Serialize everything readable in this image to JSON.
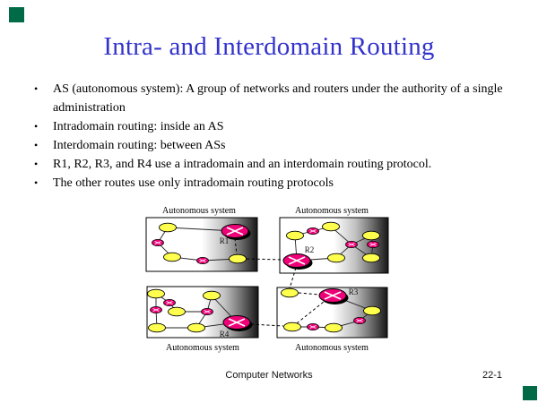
{
  "slide": {
    "title": "Intra- and Interdomain Routing",
    "bullet_glyph": "•",
    "bullets": [
      "AS (autonomous system): A group of networks and routers under the authority of a single administration",
      "Intradomain routing: inside an AS",
      "Interdomain routing: between ASs",
      "R1, R2, R3, and R4 use a intradomain and an interdomain routing protocol.",
      "The other routes use only intradomain routing protocols"
    ],
    "footer": {
      "center": "Computer Networks",
      "page": "22-1"
    }
  },
  "diagram": {
    "as_label": "Autonomous system",
    "router_labels": {
      "r1": "R1",
      "r2": "R2",
      "r3": "R3",
      "r4": "R4"
    }
  },
  "colors": {
    "title_blue": "#3333cc",
    "router_magenta": "#ee0077",
    "network_yellow": "#ffff4d",
    "template_green": "#006b46",
    "box_gradient_end": "#161616"
  }
}
